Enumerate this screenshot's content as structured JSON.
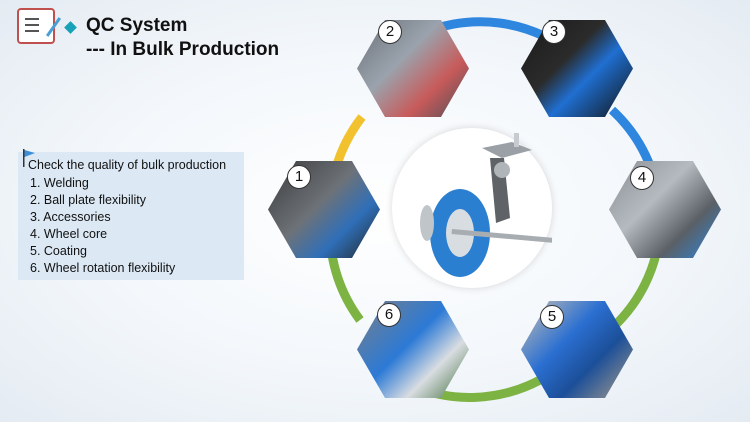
{
  "header": {
    "title_line1": "QC System",
    "title_line2": "--- In Bulk Production"
  },
  "info": {
    "heading": "Check the quality of bulk production",
    "items": [
      "1. Welding",
      "2. Ball plate flexibility",
      "3. Accessories",
      "4. Wheel core",
      "5. Coating",
      "6. Wheel rotation flexibility"
    ]
  },
  "steps": [
    "1",
    "2",
    "3",
    "4",
    "5",
    "6"
  ],
  "icons": {
    "logo": "notepad-pen-icon",
    "bullet": "diamond-icon",
    "heading_marker": "flag-icon"
  },
  "colors": {
    "ring_yellow": "#f2c12e",
    "ring_blue": "#2e86de",
    "ring_green": "#7cb342",
    "diamond": "#17a2b8",
    "wheel_blue": "#2b7fd1",
    "info_bg": "#dce9f5"
  }
}
